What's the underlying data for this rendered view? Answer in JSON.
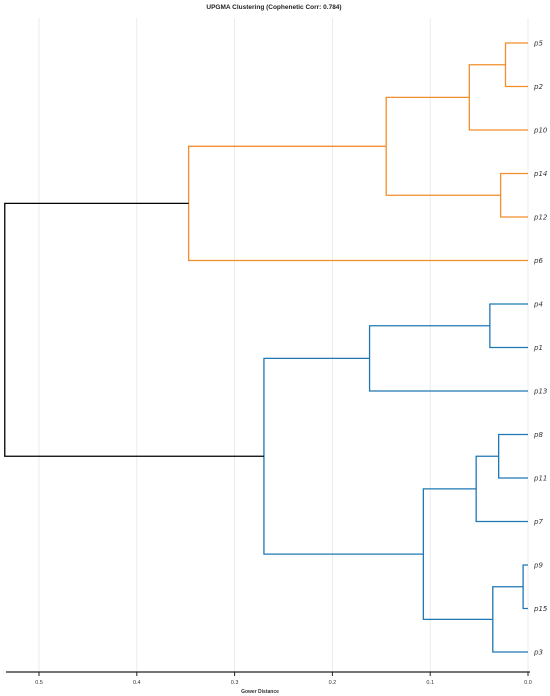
{
  "chart_data": {
    "type": "dendrogram",
    "title": "UPGMA Clustering (Cophenetic Corr: 0.784)",
    "xlabel": "Gower Distance",
    "xlim": [
      0.52,
      0.0
    ],
    "xticks": [
      0.5,
      0.4,
      0.3,
      0.2,
      0.1,
      0.0
    ],
    "xtick_labels": [
      "0.5",
      "0.4",
      "0.3",
      "0.2",
      "0.1",
      "0.0"
    ],
    "grid": true,
    "leaves": [
      "p5",
      "p2",
      "p10",
      "p14",
      "p12",
      "p6",
      "p4",
      "p1",
      "p13",
      "p8",
      "p11",
      "p7",
      "p9",
      "p15",
      "p3"
    ],
    "colors": {
      "cluster_a": "#f28e2b",
      "cluster_b": "#1f77b4",
      "root": "#000000"
    },
    "merges": [
      {
        "a": "p5",
        "b": "p2",
        "height": 0.023,
        "color": "cluster_a"
      },
      {
        "a": "m0",
        "b": "p10",
        "height": 0.06,
        "color": "cluster_a"
      },
      {
        "a": "p14",
        "b": "p12",
        "height": 0.028,
        "color": "cluster_a"
      },
      {
        "a": "m1",
        "b": "m2",
        "height": 0.145,
        "color": "cluster_a"
      },
      {
        "a": "m3",
        "b": "p6",
        "height": 0.347,
        "color": "cluster_a"
      },
      {
        "a": "p4",
        "b": "p1",
        "height": 0.039,
        "color": "cluster_b"
      },
      {
        "a": "m5",
        "b": "p13",
        "height": 0.162,
        "color": "cluster_b"
      },
      {
        "a": "p8",
        "b": "p11",
        "height": 0.03,
        "color": "cluster_b"
      },
      {
        "a": "m7",
        "b": "p7",
        "height": 0.053,
        "color": "cluster_b"
      },
      {
        "a": "p9",
        "b": "p15",
        "height": 0.005,
        "color": "cluster_b"
      },
      {
        "a": "m9",
        "b": "p3",
        "height": 0.036,
        "color": "cluster_b"
      },
      {
        "a": "m8",
        "b": "m10",
        "height": 0.107,
        "color": "cluster_b"
      },
      {
        "a": "m6",
        "b": "m11",
        "height": 0.27,
        "color": "cluster_b"
      },
      {
        "a": "m4",
        "b": "m12",
        "height": 0.535,
        "color": "root"
      }
    ]
  }
}
